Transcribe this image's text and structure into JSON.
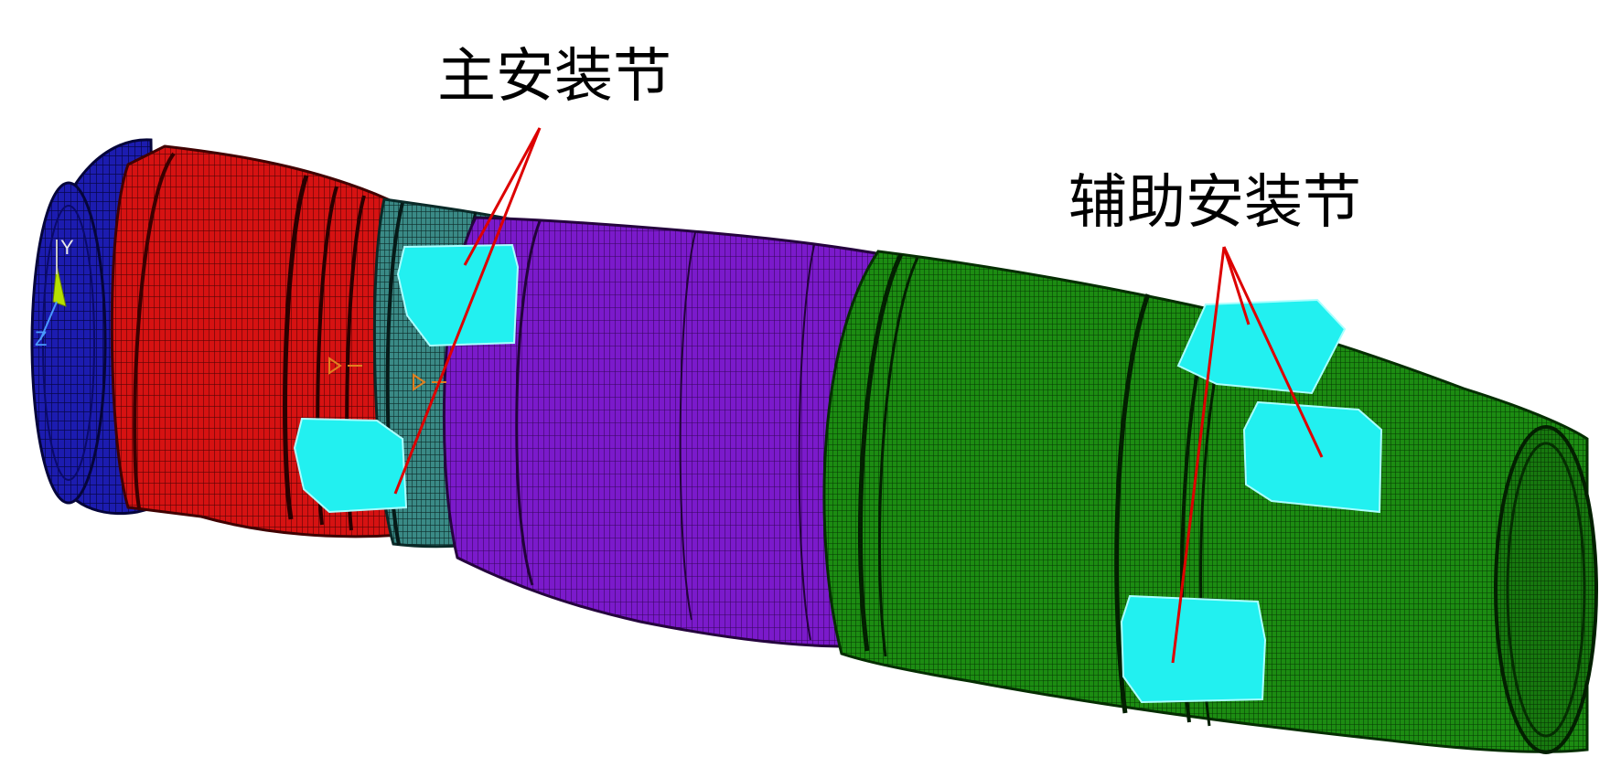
{
  "annotations": {
    "main_mount": "主安装节",
    "aux_mount": "辅助安装节"
  },
  "triad": {
    "y_label": "Y",
    "z_label": "Z"
  },
  "colors": {
    "front_ring": "#1a1aa8",
    "red_section": "#d41010",
    "teal_section": "#2f7c78",
    "purple_section": "#7a18c8",
    "green_section": "#1a8a10",
    "mount_pads": "#22f0f0",
    "leader_lines": "#dd0000"
  }
}
